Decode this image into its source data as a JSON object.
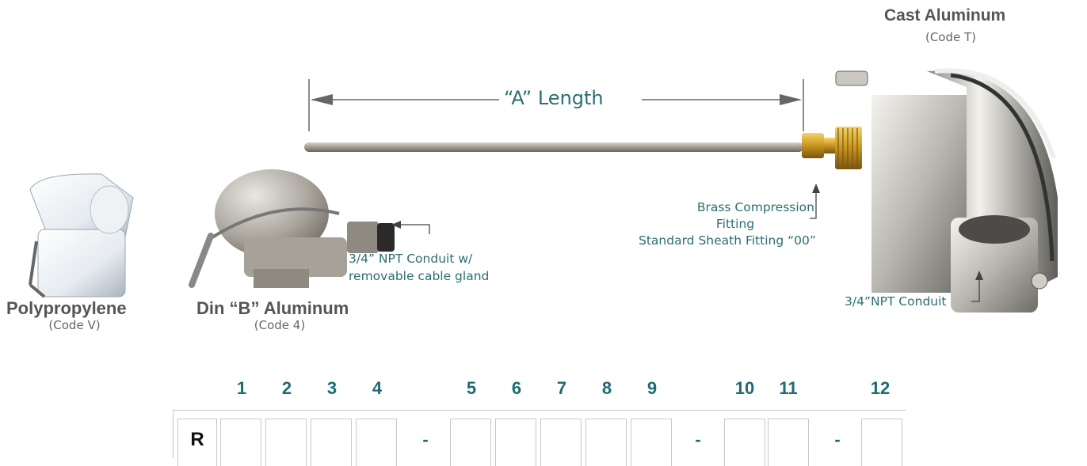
{
  "dimension": {
    "label": "“A”  Length"
  },
  "heads": {
    "cast": {
      "title": "Cast Aluminum",
      "code": "(Code T)"
    },
    "poly": {
      "title": "Polypropylene",
      "code": "(Code V)"
    },
    "din": {
      "title": "Din “B” Aluminum",
      "code": "(Code 4)"
    }
  },
  "notes": {
    "din_conduit": [
      "3/4” NPT Conduit w/",
      "removable cable gland"
    ],
    "fitting": [
      "Brass Compression",
      "Fitting",
      "Standard Sheath Fitting “00”"
    ],
    "cast_conduit": "3/4”NPT Conduit"
  },
  "model_code": {
    "prefix": "R",
    "positions": [
      "1",
      "2",
      "3",
      "4",
      "5",
      "6",
      "7",
      "8",
      "9",
      "10",
      "11",
      "12"
    ],
    "separator": "-"
  },
  "colors": {
    "accent": "#1d6c72",
    "label_gray": "#555555",
    "border": "#c8c8c8"
  }
}
